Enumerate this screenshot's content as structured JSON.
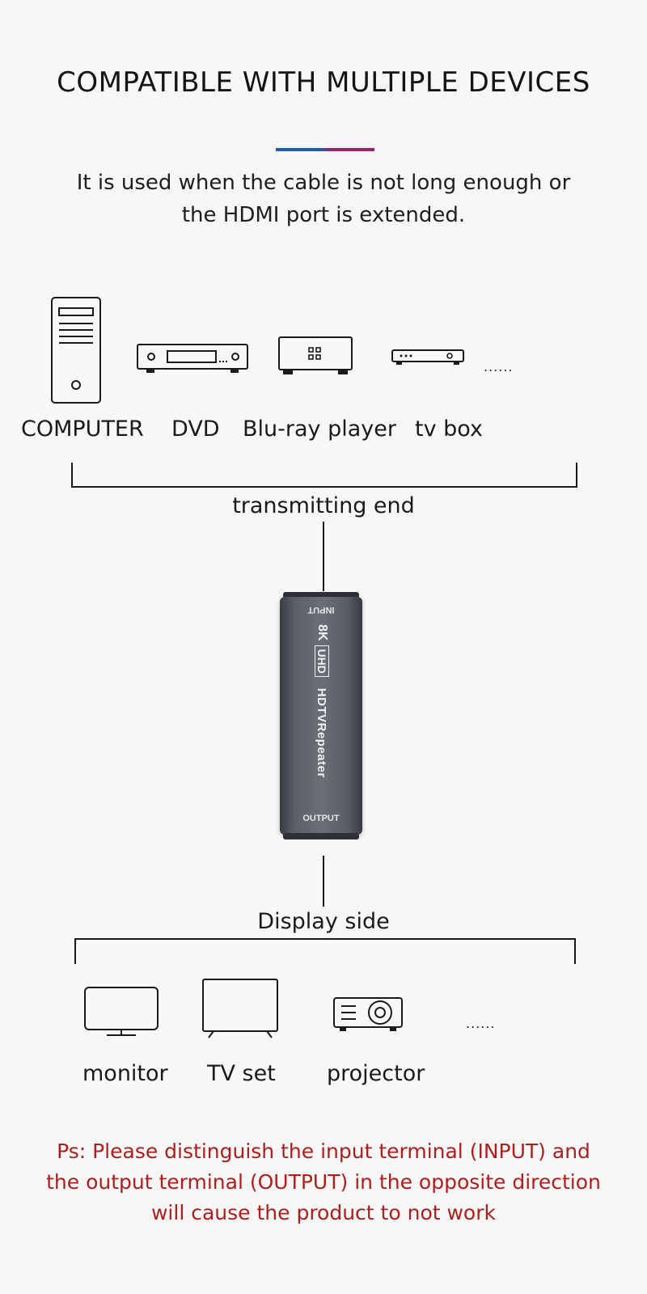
{
  "header": {
    "title": "COMPATIBLE WITH MULTIPLE DEVICES",
    "intro_line1": "It is used when the cable is not long enough or",
    "intro_line2": "the HDMI port is extended.",
    "accent_colors": [
      "#1f5fb0",
      "#a0206a"
    ]
  },
  "sources": {
    "items": [
      {
        "label": "COMPUTER",
        "icon": "computer-tower-icon"
      },
      {
        "label": "DVD",
        "icon": "dvd-player-icon"
      },
      {
        "label": "Blu-ray player",
        "icon": "blu-ray-player-icon"
      },
      {
        "label": "tv box",
        "icon": "tv-box-icon"
      }
    ],
    "more": "......",
    "caption": "transmitting end"
  },
  "device": {
    "input_label": "INPUT",
    "output_label": "OUTPUT",
    "badge_8k": "8K",
    "badge_uhd": "UHD",
    "name": "HDTVRepeater"
  },
  "displays": {
    "caption": "Display side",
    "items": [
      {
        "label": "monitor",
        "icon": "monitor-icon"
      },
      {
        "label": "TV set",
        "icon": "tv-set-icon"
      },
      {
        "label": "projector",
        "icon": "projector-icon"
      }
    ],
    "more": "......"
  },
  "note": {
    "line1": "Ps: Please distinguish the input terminal (INPUT) and",
    "line2": "the output terminal (OUTPUT) in the opposite direction",
    "line3": "will cause the product to not work",
    "color": "#b01d1d"
  }
}
